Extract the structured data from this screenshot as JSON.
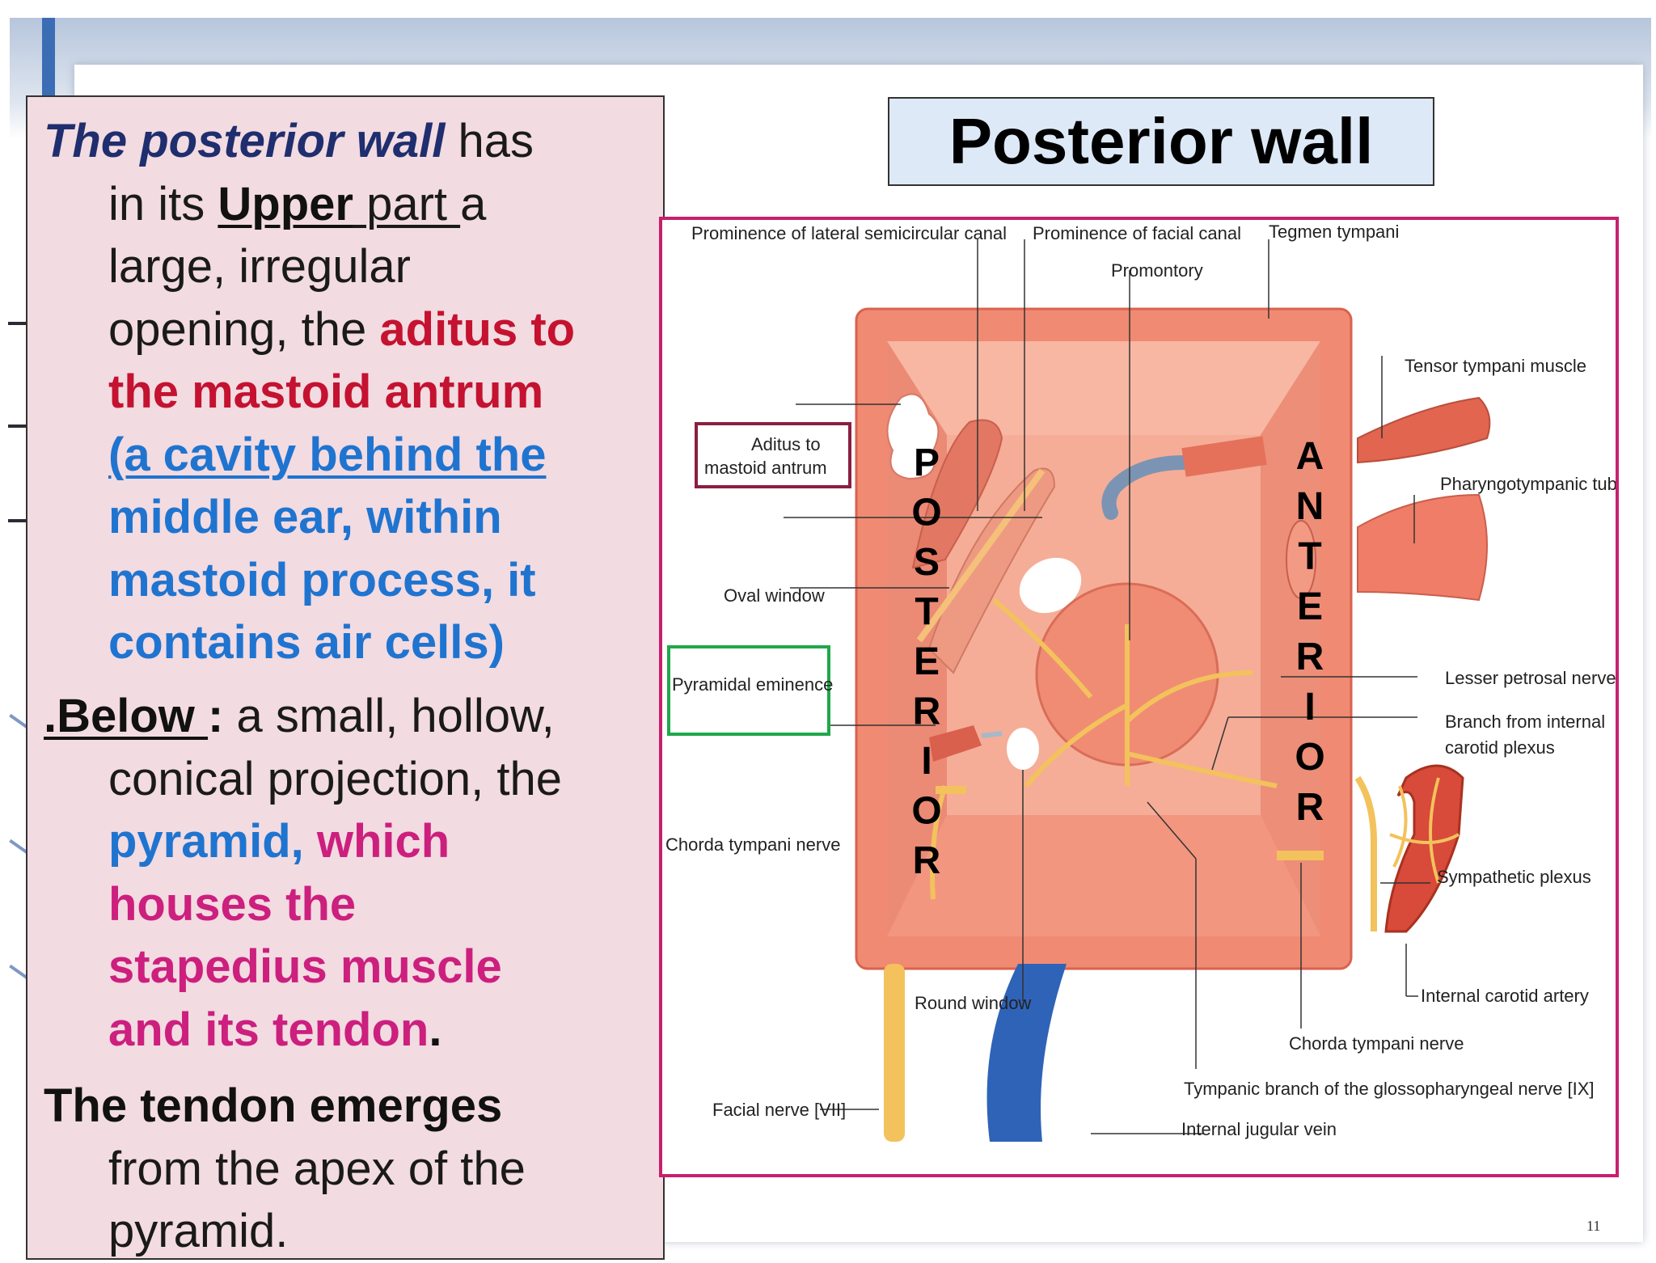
{
  "slide": {
    "page_number": "11",
    "title": "Posterior wall"
  },
  "text_panel": {
    "p1": {
      "intro": "The posterior wall",
      "has": " has",
      "in_its": "in its ",
      "upper": "Upper",
      "part": " part ",
      "a": "a",
      "large": "large, irregular",
      "opening": "opening, the ",
      "aditus1": "aditus to",
      "aditus2": "the mastoid antrum",
      "cavity1": "(a cavity behind the",
      "cavity2": "middle ear, within",
      "cavity3": "mastoid process, it",
      "cavity4": "contains air cells)"
    },
    "p2": {
      "below": ".Below ",
      "colon": ":",
      "rest1": " a small, hollow,",
      "rest2": "conical projection, the",
      "pyramid": "pyramid,",
      "which": " which",
      "houses": "houses  the",
      "stapedius": "stapedius muscle",
      "and_tendon": "and its tendon",
      "dot": "."
    },
    "p3": {
      "tendon": "The tendon  emerges",
      "from": "from  the apex of the",
      "pyramid": "pyramid."
    }
  },
  "diagram": {
    "posterior_letters": [
      "P",
      "O",
      "S",
      "T",
      "E",
      "R",
      "I",
      "O",
      "R"
    ],
    "anterior_letters": [
      "A",
      "N",
      "T",
      "E",
      "R",
      "I",
      "O",
      "R"
    ],
    "labels": {
      "lateral_canal": "Prominence of lateral semicircular canal",
      "facial_canal": "Prominence of facial canal",
      "tegmen": "Tegmen tympani",
      "promontory": "Promontory",
      "tensor": "Tensor tympani muscle",
      "aditus1": "Aditus to",
      "aditus2": "mastoid antrum",
      "pharyngo": "Pharyngotympanic tube",
      "oval": "Oval window",
      "pyramidal": "Pyramidal eminence",
      "lesser": "Lesser petrosal nerve",
      "branch1": "Branch from internal",
      "branch2": "carotid plexus",
      "chorda_left": "Chorda tympani nerve",
      "sympathetic": "Sympathetic plexus",
      "round": "Round window",
      "carotid": "Internal carotid artery",
      "chorda_right": "Chorda tympani nerve",
      "tympanic": "Tympanic branch of the glossopharyngeal nerve [IX]",
      "facial": "Facial nerve [VII]",
      "jugular": "Internal jugular vein"
    }
  },
  "colors": {
    "title_fill": "#dde9f7",
    "panel_fill": "#f2dbe1",
    "frame_border": "#c81f6e",
    "aditus_box": "#8b1f3f",
    "pyramidal_box": "#1fa84a"
  }
}
